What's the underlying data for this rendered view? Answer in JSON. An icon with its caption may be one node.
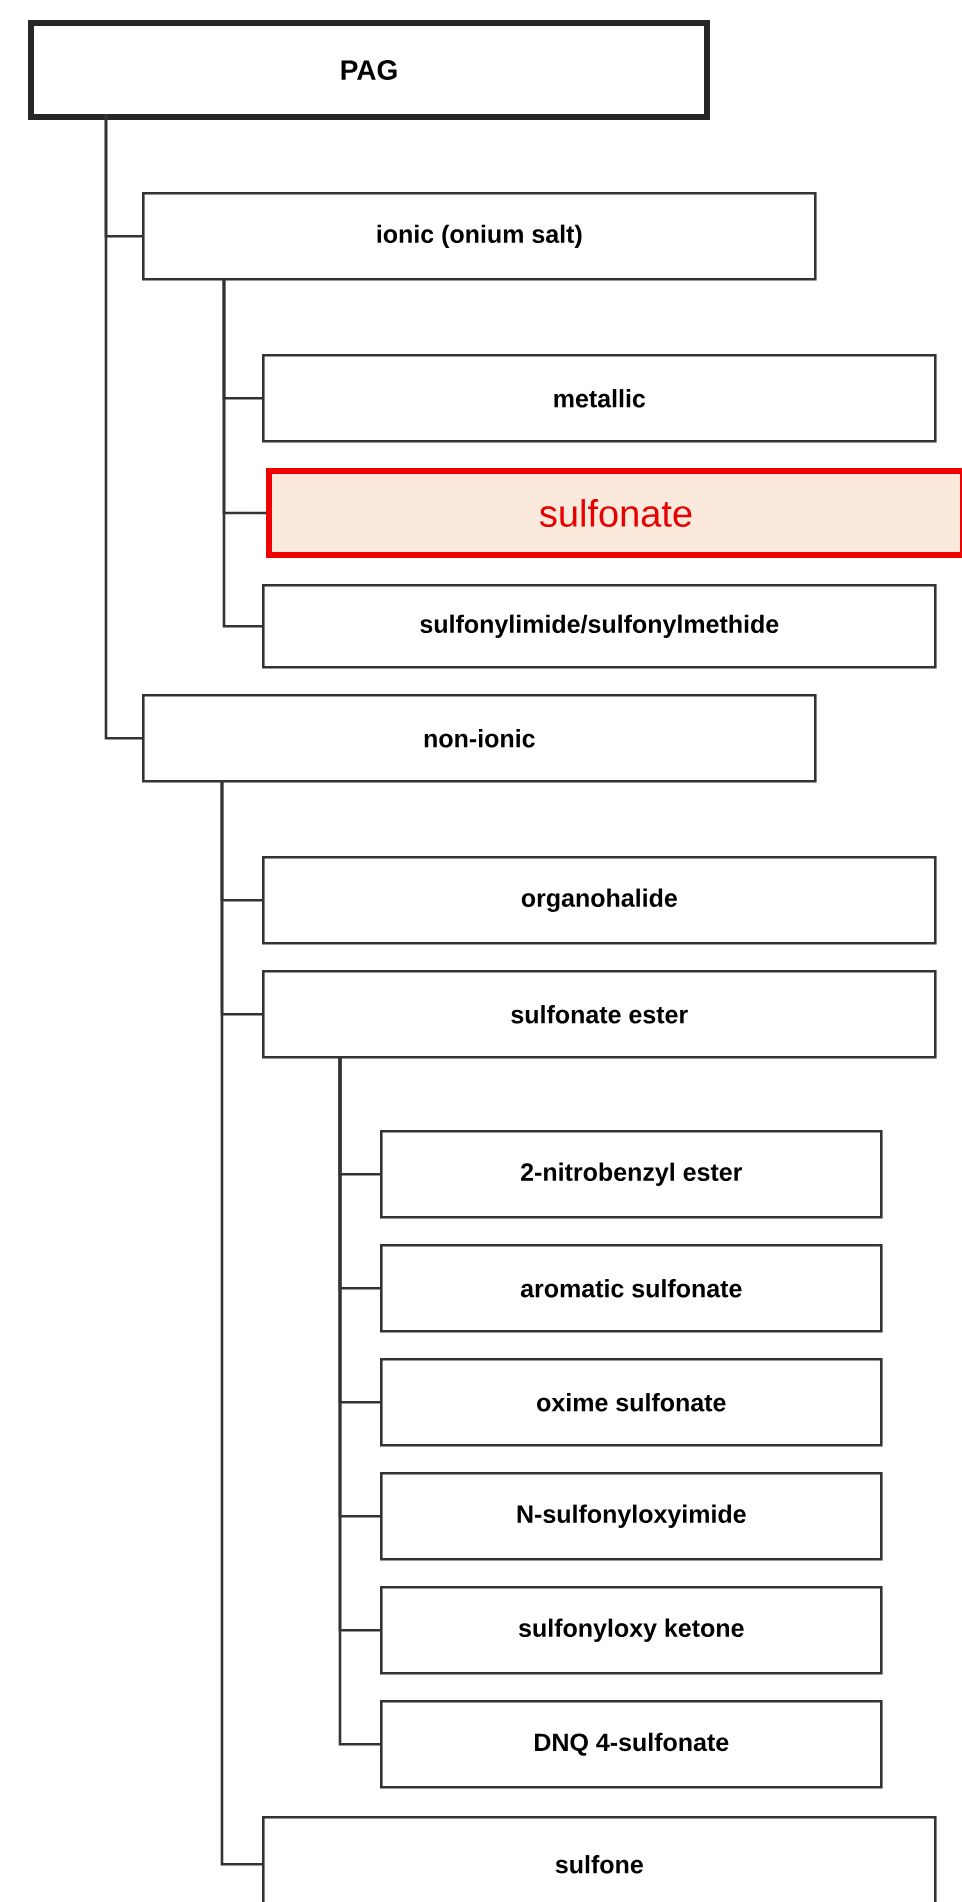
{
  "diagram": {
    "nodes": [
      {
        "text": [
          "PAG"
        ]
      },
      {
        "text": [
          "ionic (onium salt)"
        ]
      },
      {
        "text": [
          "metallic"
        ]
      },
      {
        "text": [
          "sulfonate"
        ]
      },
      {
        "text": [
          "sulfonylimide/sulfonylmethide"
        ]
      },
      {
        "text": [
          "non-ionic"
        ]
      },
      {
        "text": [
          "organohalide"
        ]
      },
      {
        "text": [
          "sulfonate ester"
        ]
      },
      {
        "text": [
          "2-nitrobenzyl ester"
        ]
      },
      {
        "text": [
          "aromatic sulfonate"
        ]
      },
      {
        "text": [
          "oxime sulfonate"
        ]
      },
      {
        "text": [
          "N-sulfonyloxyimide"
        ]
      },
      {
        "text": [
          "sulfonyloxy ketone"
        ]
      },
      {
        "text": [
          "DNQ 4-sulfonate"
        ]
      },
      {
        "text": [
          "sulfone"
        ]
      }
    ],
    "edges": [
      {
        "from": 0,
        "to": 1,
        "arrow": "none"
      },
      {
        "from": 1,
        "to": 2,
        "arrow": "none"
      },
      {
        "from": 1,
        "to": 3,
        "arrow": "none"
      },
      {
        "from": 1,
        "to": 4,
        "arrow": "none"
      },
      {
        "from": 0,
        "to": 5,
        "arrow": "none"
      },
      {
        "from": 5,
        "to": 6,
        "arrow": "none"
      },
      {
        "from": 5,
        "to": 7,
        "arrow": "none"
      },
      {
        "from": 7,
        "to": 8,
        "arrow": "none"
      },
      {
        "from": 7,
        "to": 9,
        "arrow": "none"
      },
      {
        "from": 7,
        "to": 10,
        "arrow": "none"
      },
      {
        "from": 7,
        "to": 11,
        "arrow": "none"
      },
      {
        "from": 7,
        "to": 12,
        "arrow": "none"
      },
      {
        "from": 7,
        "to": 13,
        "arrow": "none"
      },
      {
        "from": 5,
        "to": 14,
        "arrow": "none"
      }
    ]
  }
}
